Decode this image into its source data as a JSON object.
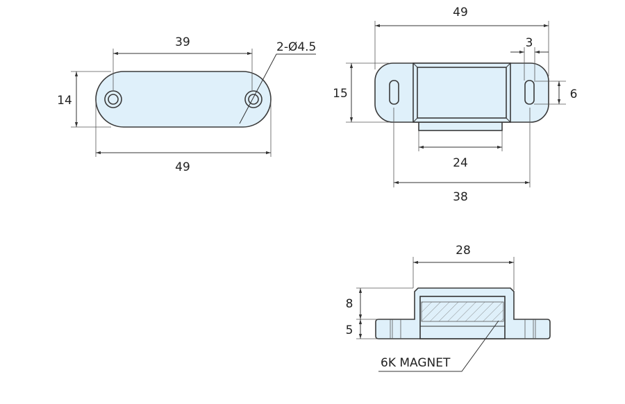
{
  "top_view_left": {
    "dim_hole_spacing": "39",
    "dim_length": "49",
    "dim_width": "14",
    "hole_callout": "2-Ø4.5"
  },
  "top_view_right": {
    "dim_length": "49",
    "dim_slot_width": "3",
    "dim_height": "15",
    "dim_slot_length": "6",
    "dim_base": "24",
    "dim_slot_spacing": "38"
  },
  "side_view": {
    "dim_body_width": "28",
    "dim_body_height": "8",
    "dim_flange_height": "5",
    "magnet_label": "6K MAGNET"
  },
  "colors": {
    "part_fill": "#dff0fa",
    "line": "#333333"
  }
}
